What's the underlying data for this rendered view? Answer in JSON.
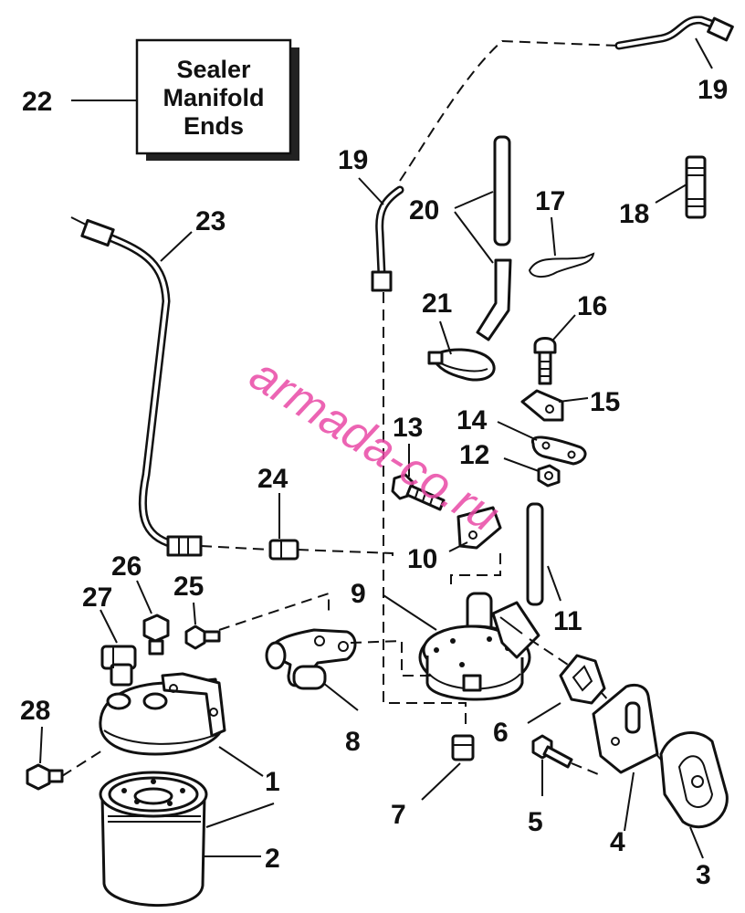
{
  "box_label": {
    "number": "22",
    "lines": [
      "Sealer",
      "Manifold",
      "Ends"
    ]
  },
  "watermark": "armada-co.ru",
  "callouts": {
    "c1": "1",
    "c2": "2",
    "c3": "3",
    "c4": "4",
    "c5": "5",
    "c6": "6",
    "c7": "7",
    "c8": "8",
    "c9": "9",
    "c10": "10",
    "c11": "11",
    "c12": "12",
    "c13": "13",
    "c14": "14",
    "c15": "15",
    "c16": "16",
    "c17": "17",
    "c18": "18",
    "c19a": "19",
    "c19b": "19",
    "c20": "20",
    "c21": "21",
    "c23": "23",
    "c24": "24",
    "c25": "25",
    "c26": "26",
    "c27": "27",
    "c28": "28"
  },
  "colors": {
    "ink": "#111111",
    "watermark": "#e94aa6",
    "box_shadow": "#222222"
  }
}
